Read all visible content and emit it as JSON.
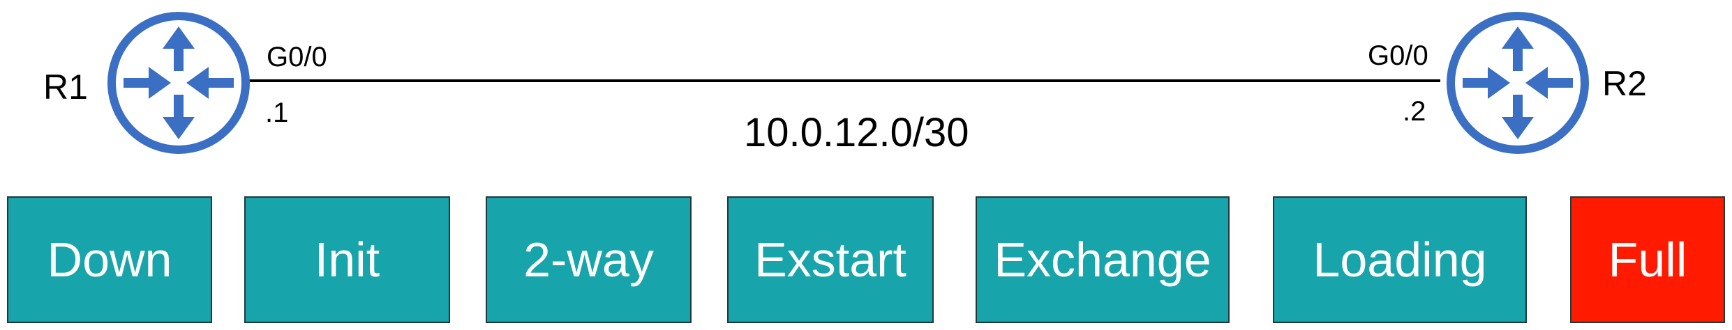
{
  "topology": {
    "router_left": {
      "name": "R1",
      "interface": "G0/0",
      "host_octet": ".1",
      "icon": "router-icon"
    },
    "router_right": {
      "name": "R2",
      "interface": "G0/0",
      "host_octet": ".2",
      "icon": "router-icon"
    },
    "subnet": "10.0.12.0/30"
  },
  "states": [
    {
      "label": "Down",
      "active": false
    },
    {
      "label": "Init",
      "active": false
    },
    {
      "label": "2-way",
      "active": false
    },
    {
      "label": "Exstart",
      "active": false
    },
    {
      "label": "Exchange",
      "active": false
    },
    {
      "label": "Loading",
      "active": false
    },
    {
      "label": "Full",
      "active": true
    }
  ],
  "colors": {
    "router_blue": "#3a6fc4",
    "state_teal": "#17a4aa",
    "state_active_red": "#ff1a00",
    "box_border": "#1f3a3c",
    "text_white": "#ffffff",
    "line_black": "#000000"
  }
}
